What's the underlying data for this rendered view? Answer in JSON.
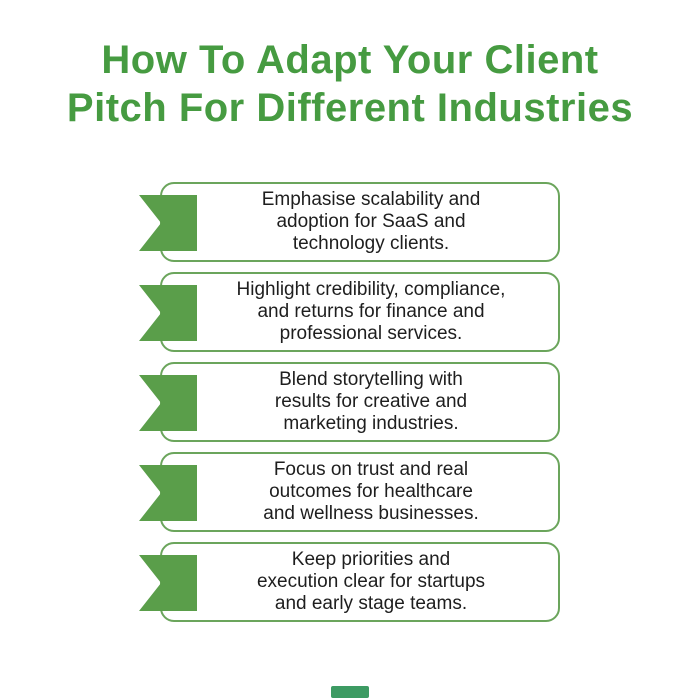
{
  "colors": {
    "background": "#ffffff",
    "title_green": "#469b41",
    "ribbon_green": "#5a9e4a",
    "border_green": "#6ba55c",
    "body_text": "#1e1e1e",
    "footer_green": "#3d9b63"
  },
  "title": {
    "line1": "How To Adapt Your Client",
    "line2": "Pitch For Different Industries"
  },
  "icons": {
    "item_marker": "ribbon-flag-icon"
  },
  "items": [
    {
      "lines": [
        "Emphasise scalability and",
        "adoption for SaaS and",
        "technology clients."
      ]
    },
    {
      "lines": [
        "Highlight credibility, compliance,",
        "and returns for finance and",
        "professional services."
      ]
    },
    {
      "lines": [
        "Blend storytelling with",
        "results for creative and",
        "marketing industries."
      ]
    },
    {
      "lines": [
        "Focus on trust and real",
        "outcomes for healthcare",
        "and wellness businesses."
      ]
    },
    {
      "lines": [
        "Keep priorities and",
        "execution clear for startups",
        "and early stage teams."
      ]
    }
  ]
}
